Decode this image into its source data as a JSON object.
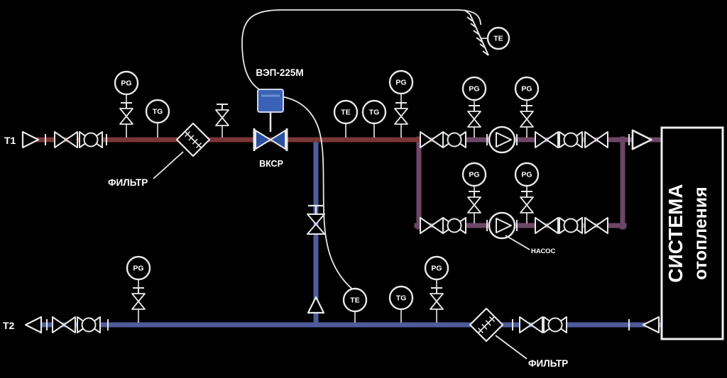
{
  "diagram": {
    "supply_label": "Т1",
    "return_label": "Т2",
    "filter_supply_label": "ФИЛЬТР",
    "filter_return_label": "ФИЛЬТР",
    "control_valve_model": "ВЭП-225М",
    "control_valve_tag": "ВКСР",
    "pump_label": "НАСОС",
    "system_box": {
      "line1": "СИСТЕМА",
      "line2": "отопления"
    },
    "instruments": {
      "pressure_gauge": "PG",
      "thermometer": "TG",
      "temperature_sensor": "TE"
    },
    "colors": {
      "background": "#000000",
      "supply_pipe": "#7a3636",
      "pump_section_pipe": "#6d4666",
      "return_pipe": "#4f5c9c",
      "control_valve": "#2a4f9e",
      "actuator": "#3a62b5"
    }
  }
}
